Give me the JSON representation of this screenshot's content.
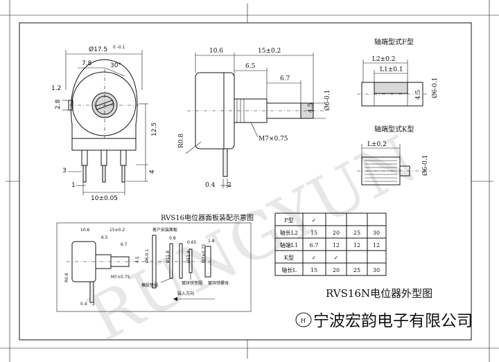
{
  "front_view": {
    "dim_diameter": "Ø17.5",
    "dim_diameter_tol": "0 -0.1",
    "dim_7_8": "7.8",
    "dim_30deg": "30°",
    "dim_1_2": "1.2",
    "dim_2_8": "2.8",
    "dim_12_5": "12.5",
    "dim_3": "3",
    "dim_4": "4",
    "dim_1": "1",
    "dim_pitch": "10±0.05"
  },
  "side_view": {
    "dim_10_6": "10.6",
    "dim_15": "15±0.2",
    "dim_6_5": "6.5",
    "dim_6_7": "6.7",
    "dim_4_5": "4.5",
    "dim_shaft": "Ø6-0.1",
    "dim_thread": "M7×0.75",
    "dim_r08": "R0.8",
    "dim_0_4": "0.4",
    "dim_2": "2"
  },
  "shaft_f": {
    "title": "轴端型式F型",
    "dim_l2": "L2±0.2",
    "dim_l1": "L1±0.1",
    "dim_4_5": "4.5",
    "dim_shaft": "Ø6-0.1"
  },
  "shaft_k": {
    "title": "轴端型式K型",
    "dim_l": "L±0.2",
    "dim_shaft": "Ø6-0.1"
  },
  "assembly": {
    "title": "RVS16电位器面板装配示意图",
    "dim_10_6": "10.6",
    "dim_15": "15±0.2",
    "dim_6_5": "6.5",
    "dim_6_7": "6.7",
    "dim_4_5": "4.5",
    "dim_shaft": "Ø6-0.1",
    "dim_thread": "M7×0.75",
    "dim_r08": "R0.8",
    "dim_0_4": "0.4",
    "dim_2": "2",
    "customer_panel": "客户安装面板",
    "dim_0_8": "0.8",
    "dim_0_65": "0.65",
    "dim_1_8": "1.8",
    "dim_11_8a": "Ø11.8",
    "dim_11_8b": "Ø11.8",
    "dim_m7": "M7×0.75",
    "washer_rubber": "橡胶垫圈",
    "washer_plated": "镀锌铁垫圈",
    "nut_plated": "镀锌铁螺母",
    "direction": "装入方向"
  },
  "table": {
    "rows": [
      [
        "F型",
        "✓",
        "",
        "",
        ""
      ],
      [
        "轴长L2",
        "15",
        "20",
        "25",
        "30"
      ],
      [
        "轴端L1",
        "6.7",
        "12",
        "12",
        "12"
      ],
      [
        "K型",
        "✓",
        "✓",
        "",
        ""
      ],
      [
        "轴长L",
        "15",
        "20",
        "25",
        "30"
      ]
    ]
  },
  "drawing_title": "RVS16N电位器外型图",
  "company": {
    "logo_letter": "H",
    "name": "宁波宏韵电子有限公司"
  },
  "watermark": "RUNGYUN"
}
